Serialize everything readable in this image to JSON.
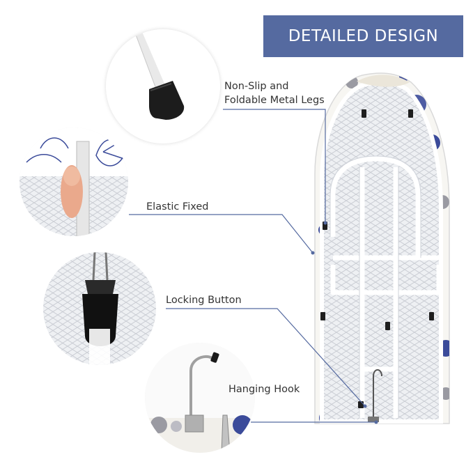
{
  "banner": {
    "title": "DETAILED DESIGN",
    "background": "#556aa0",
    "text_color": "#ffffff"
  },
  "callouts": [
    {
      "lines": [
        "Non-Slip and",
        "Foldable Metal Legs"
      ]
    },
    {
      "lines": [
        "Elastic Fixed"
      ]
    },
    {
      "lines": [
        "Locking Button"
      ]
    },
    {
      "lines": [
        "Hanging Hook"
      ]
    }
  ],
  "colors": {
    "floral_blue": "#3b4b9a",
    "floral_grey": "#9a9aa2",
    "leader_line": "#556aa0",
    "frame": "#ffffff"
  }
}
